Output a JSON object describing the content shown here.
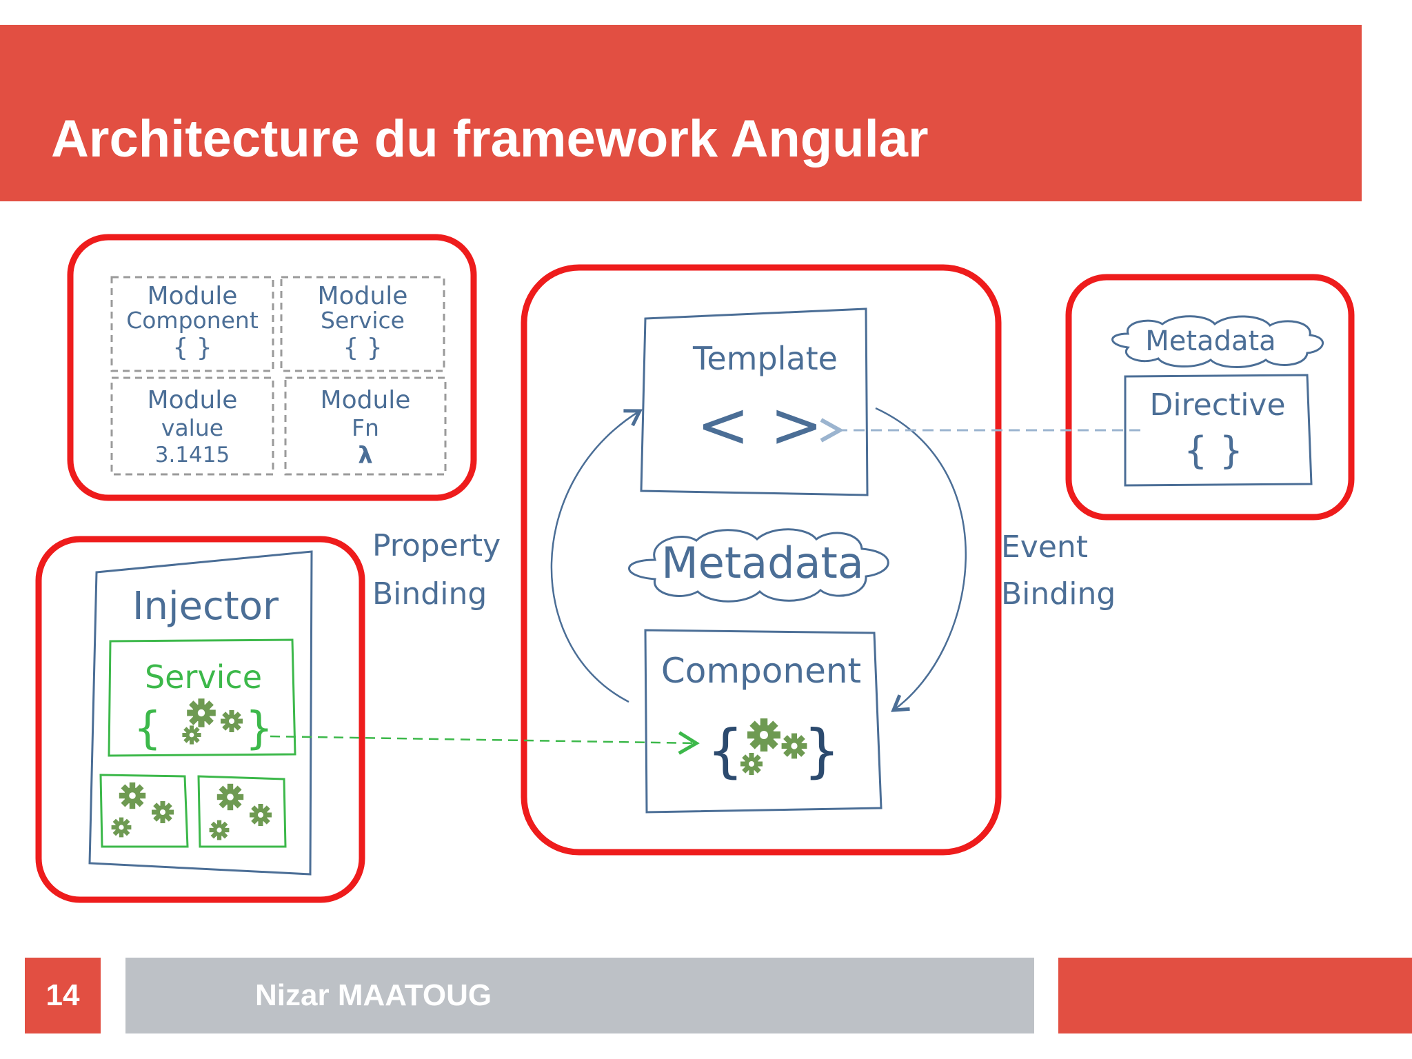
{
  "slide": {
    "title": "Architecture du framework Angular",
    "page_number": "14",
    "author": "Nizar MAATOUG"
  },
  "diagram": {
    "modules": [
      {
        "line1": "Module",
        "line2": "Component",
        "line3": "{ }"
      },
      {
        "line1": "Module",
        "line2": "Service",
        "line3": "{ }"
      },
      {
        "line1": "Module",
        "line2": "value",
        "line3": "3.1415"
      },
      {
        "line1": "Module",
        "line2": "Fn",
        "line3": "λ"
      }
    ],
    "template_label": "Template",
    "template_symbol": "< >",
    "center_metadata": "Metadata",
    "component_label": "Component",
    "property_binding": [
      "Property",
      "Binding"
    ],
    "event_binding": [
      "Event",
      "Binding"
    ],
    "directive_metadata": "Metadata",
    "directive_label": "Directive",
    "directive_symbol": "{ }",
    "injector_label": "Injector",
    "service_label": "Service",
    "colors": {
      "highlight_red": "#ee1c1c",
      "sketch_blue": "#4b6e96",
      "sketch_green": "#3cb84a",
      "gear_green": "#6e9a52",
      "dashed_gray": "#9a9a9a",
      "banner_red": "#e24f42",
      "footer_gray": "#bdc1c6"
    }
  }
}
